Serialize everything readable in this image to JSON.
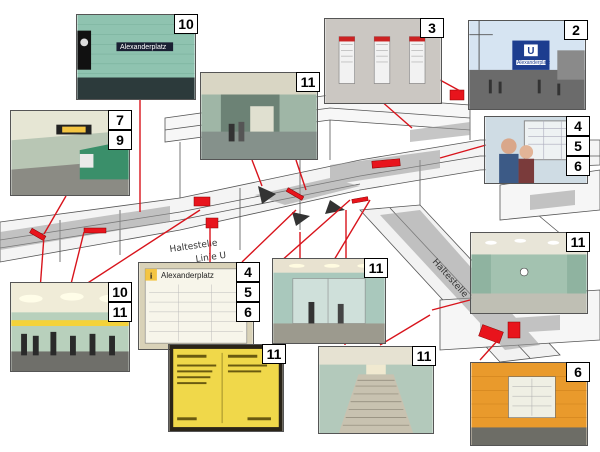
{
  "station_name": "Alexanderplatz",
  "diagram": {
    "platform_label_left": "Haltestelle",
    "platform_label_right": "Haltestelle",
    "line_label": "Linie U",
    "marker_colors": {
      "signage_marker": "#e8141c",
      "leader_line": "#d8141c"
    }
  },
  "photos": [
    {
      "id": "p10-top",
      "badges": [
        "10"
      ],
      "caption": "Alexanderplatz"
    },
    {
      "id": "p3",
      "badges": [
        "3"
      ]
    },
    {
      "id": "p2",
      "badges": [
        "2"
      ],
      "caption": "Alexanderplatz"
    },
    {
      "id": "p7-9",
      "badges": [
        "7",
        "9"
      ]
    },
    {
      "id": "p11-corridor",
      "badges": [
        "11"
      ]
    },
    {
      "id": "p4-5-6-kids",
      "badges": [
        "4",
        "5",
        "6"
      ]
    },
    {
      "id": "p11-hall",
      "badges": [
        "11"
      ]
    },
    {
      "id": "p10-11-platform",
      "badges": [
        "10",
        "11"
      ]
    },
    {
      "id": "p4-5-6-map",
      "badges": [
        "4",
        "5",
        "6"
      ],
      "caption": "Alexanderplatz"
    },
    {
      "id": "p11-glass",
      "badges": [
        "11"
      ]
    },
    {
      "id": "p11-display",
      "badges": [
        "11"
      ]
    },
    {
      "id": "p11-stairs",
      "badges": [
        "11"
      ]
    },
    {
      "id": "p6-orange",
      "badges": [
        "6"
      ]
    }
  ]
}
